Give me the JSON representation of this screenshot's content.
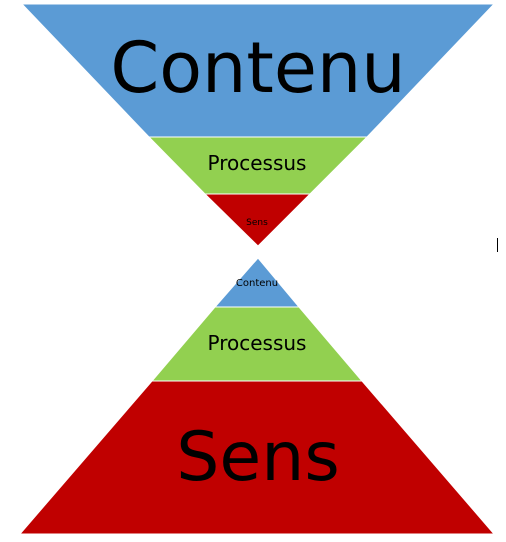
{
  "top_triangle": {
    "segments": [
      {
        "label": "Contenu",
        "color": "#5B9BD5"
      },
      {
        "label": "Processus",
        "color": "#92D050"
      },
      {
        "label": "Sens",
        "color": "#C00000"
      }
    ]
  },
  "bottom_triangle": {
    "segments": [
      {
        "label": "Contenu",
        "color": "#5B9BD5"
      },
      {
        "label": "Processus",
        "color": "#92D050"
      },
      {
        "label": "Sens",
        "color": "#C00000"
      }
    ]
  }
}
